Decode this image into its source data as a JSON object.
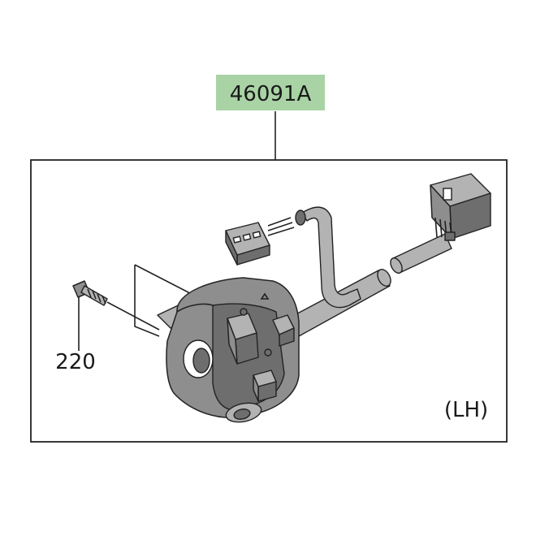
{
  "diagram": {
    "part_number_label": "46091A",
    "part_number_highlight": "#a9d3a5",
    "screw_label": "220",
    "side_label": "(LH)"
  }
}
